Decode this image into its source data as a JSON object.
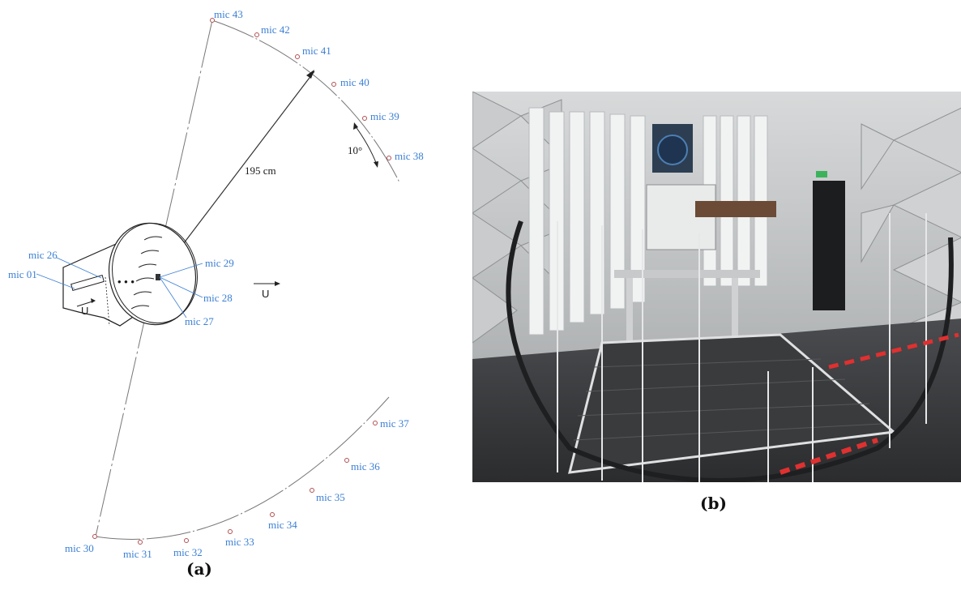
{
  "diagram": {
    "mics_outer": [
      {
        "id": "mic30",
        "label": "mic 30"
      },
      {
        "id": "mic31",
        "label": "mic 31"
      },
      {
        "id": "mic32",
        "label": "mic 32"
      },
      {
        "id": "mic33",
        "label": "mic 33"
      },
      {
        "id": "mic34",
        "label": "mic 34"
      },
      {
        "id": "mic35",
        "label": "mic 35"
      },
      {
        "id": "mic36",
        "label": "mic 36"
      },
      {
        "id": "mic37",
        "label": "mic 37"
      },
      {
        "id": "mic38",
        "label": "mic 38"
      },
      {
        "id": "mic39",
        "label": "mic 39"
      },
      {
        "id": "mic40",
        "label": "mic 40"
      },
      {
        "id": "mic41",
        "label": "mic 41"
      },
      {
        "id": "mic42",
        "label": "mic 42"
      },
      {
        "id": "mic43",
        "label": "mic 43"
      }
    ],
    "mics_inner": [
      {
        "id": "mic01",
        "label": "mic 01"
      },
      {
        "id": "mic26",
        "label": "mic 26"
      },
      {
        "id": "mic27",
        "label": "mic 27"
      },
      {
        "id": "mic28",
        "label": "mic 28"
      },
      {
        "id": "mic29",
        "label": "mic 29"
      }
    ],
    "radius_label": "195 cm",
    "angle_label": "10°",
    "flow_label_inner": "U",
    "flow_label_outer": "U",
    "dots": "• • •"
  },
  "captions": {
    "a": "(a)",
    "b": "(b)"
  },
  "colors": {
    "mic_label": "#3b7fd4",
    "mic_marker": "#b05050",
    "line": "#555555"
  }
}
